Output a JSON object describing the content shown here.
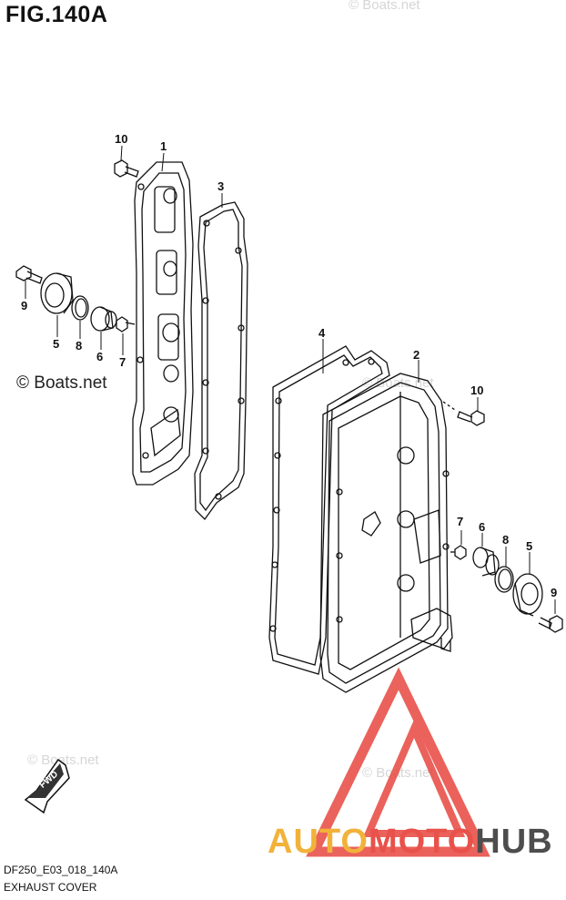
{
  "figure": {
    "title": "FIG.140A",
    "code": "DF250_E03_018_140A",
    "description": "EXHAUST COVER"
  },
  "callouts": {
    "c1": "1",
    "c2": "2",
    "c3": "3",
    "c4": "4",
    "c5a": "5",
    "c5b": "5",
    "c6a": "6",
    "c6b": "6",
    "c7a": "7",
    "c7b": "7",
    "c8a": "8",
    "c8b": "8",
    "c9a": "9",
    "c9b": "9",
    "c10a": "10",
    "c10b": "10"
  },
  "watermarks": {
    "main": "© Boats.net",
    "faint_top": "© Boats.net",
    "faint_mid": "© Boats.net",
    "faint_bottom_left": "© Boats.net",
    "faint_bottom_right": "© Boats.net"
  },
  "fwd_label": "FWD",
  "logo": {
    "part_auto": "AUTO",
    "part_moto": "MOTO",
    "part_hub": "HUB"
  },
  "colors": {
    "line": "#111111",
    "logo_red": "#e8524a",
    "logo_orange": "#f2b23a",
    "logo_gray": "#4d4d4d",
    "watermark": "#d6d6d6"
  }
}
